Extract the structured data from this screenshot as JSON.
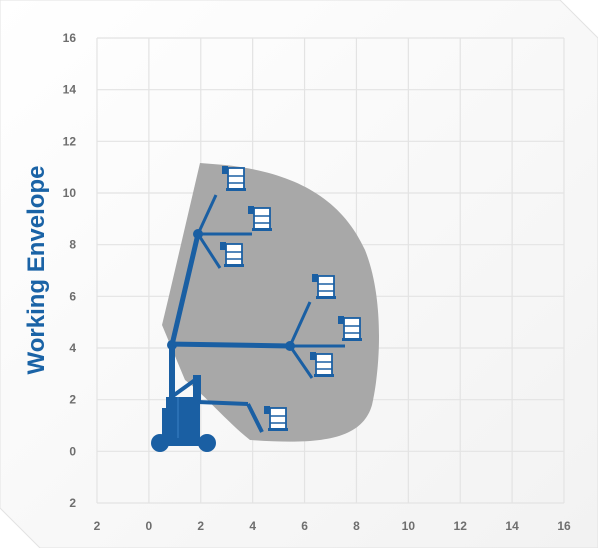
{
  "diagram": {
    "title": "Working Envelope",
    "colors": {
      "machine": "#1a5fa3",
      "envelope": "#a8a8a8",
      "grid": "#e6e6e6",
      "title": "#1a63a6",
      "tick_text": "#6e6e6e"
    },
    "axes": {
      "x_tick_labels": [
        "2",
        "0",
        "2",
        "4",
        "6",
        "8",
        "10",
        "12",
        "14",
        "16"
      ],
      "y_tick_labels": [
        "16",
        "14",
        "12",
        "10",
        "8",
        "6",
        "4",
        "2",
        "0",
        "2"
      ],
      "grid": true
    },
    "icons": [
      "boom-lift-icon",
      "platform-basket-icon"
    ]
  }
}
